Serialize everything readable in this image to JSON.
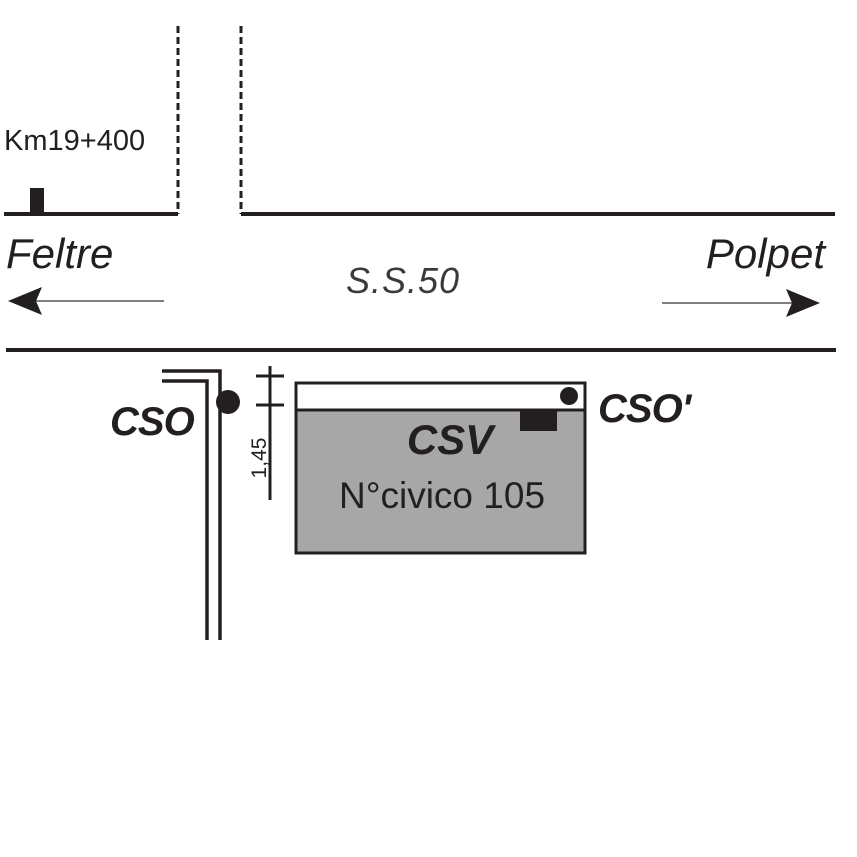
{
  "diagram": {
    "km_marker": "Km19+400",
    "west_direction": "Feltre",
    "east_direction": "Polpet",
    "road_name": "S.S.50",
    "measurement": "1,45",
    "left_label": "CSO",
    "right_label": "CSO'",
    "building_label": "CSV",
    "address": "N°civico 105"
  },
  "colors": {
    "line": "#231f20",
    "building_fill": "#a7a7a7",
    "text": "#231f20",
    "arrow": "#808080"
  }
}
